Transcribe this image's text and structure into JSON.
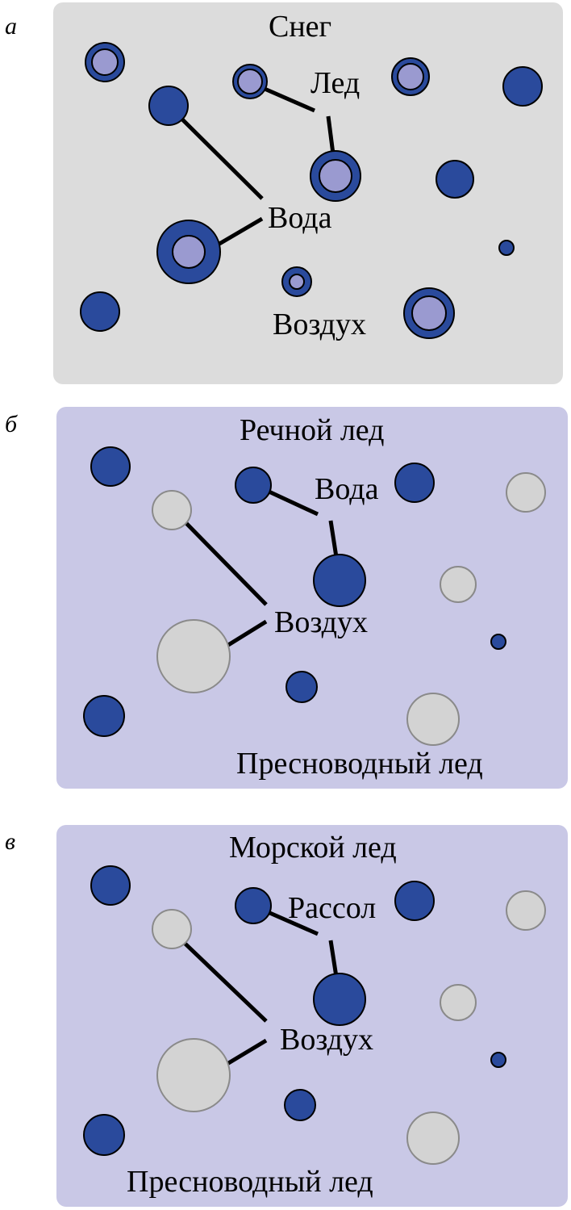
{
  "colors": {
    "snow_bg": "#dcdcdc",
    "ice_bg": "#c9c8e6",
    "water": "#2a4a9c",
    "ice_core": "#9a9ad0",
    "air": "#d3d3d3",
    "air_stroke": "#8a8a8a",
    "leader": "#000000"
  },
  "panels": [
    {
      "letter": "а",
      "labels": {
        "title": "Снег",
        "ice": "Лед",
        "water": "Вода",
        "air": "Воздух"
      }
    },
    {
      "letter": "б",
      "labels": {
        "title": "Речной лед",
        "water": "Вода",
        "air": "Воздух",
        "bottom": "Пресноводный лед"
      }
    },
    {
      "letter": "в",
      "labels": {
        "title": "Морской лед",
        "brine": "Рассол",
        "air": "Воздух",
        "bottom": "Пресноводный лед"
      }
    }
  ]
}
